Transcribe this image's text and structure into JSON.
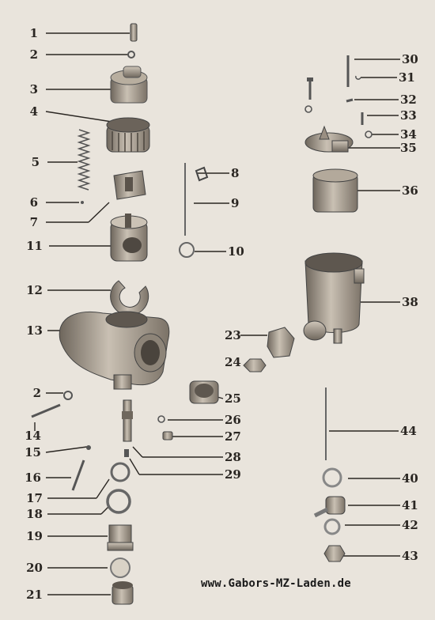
{
  "labels": {
    "n1": "1",
    "n2": "2",
    "n3": "3",
    "n4": "4",
    "n5": "5",
    "n6": "6",
    "n7": "7",
    "n8": "8",
    "n9": "9",
    "n10": "10",
    "n11": "11",
    "n12": "12",
    "n13": "13",
    "n14": "14",
    "n15": "15",
    "n16": "16",
    "n17": "17",
    "n18": "18",
    "n19": "19",
    "n20": "20",
    "n21": "21",
    "n23": "23",
    "n24": "24",
    "n25": "25",
    "n26": "26",
    "n27": "27",
    "n28": "28",
    "n29": "29",
    "n30": "30",
    "n31": "31",
    "n32": "32",
    "n33": "33",
    "n34": "34",
    "n35": "35",
    "n36": "36",
    "n38": "38",
    "n40": "40",
    "n41": "41",
    "n42": "42",
    "n43": "43",
    "n44": "44",
    "n2b": "2"
  },
  "watermark": "www.Gabors-MZ-Laden.de",
  "colors": {
    "paper": "#e9e4dc",
    "ink": "#2a2622",
    "metal": "#9a8f82"
  }
}
